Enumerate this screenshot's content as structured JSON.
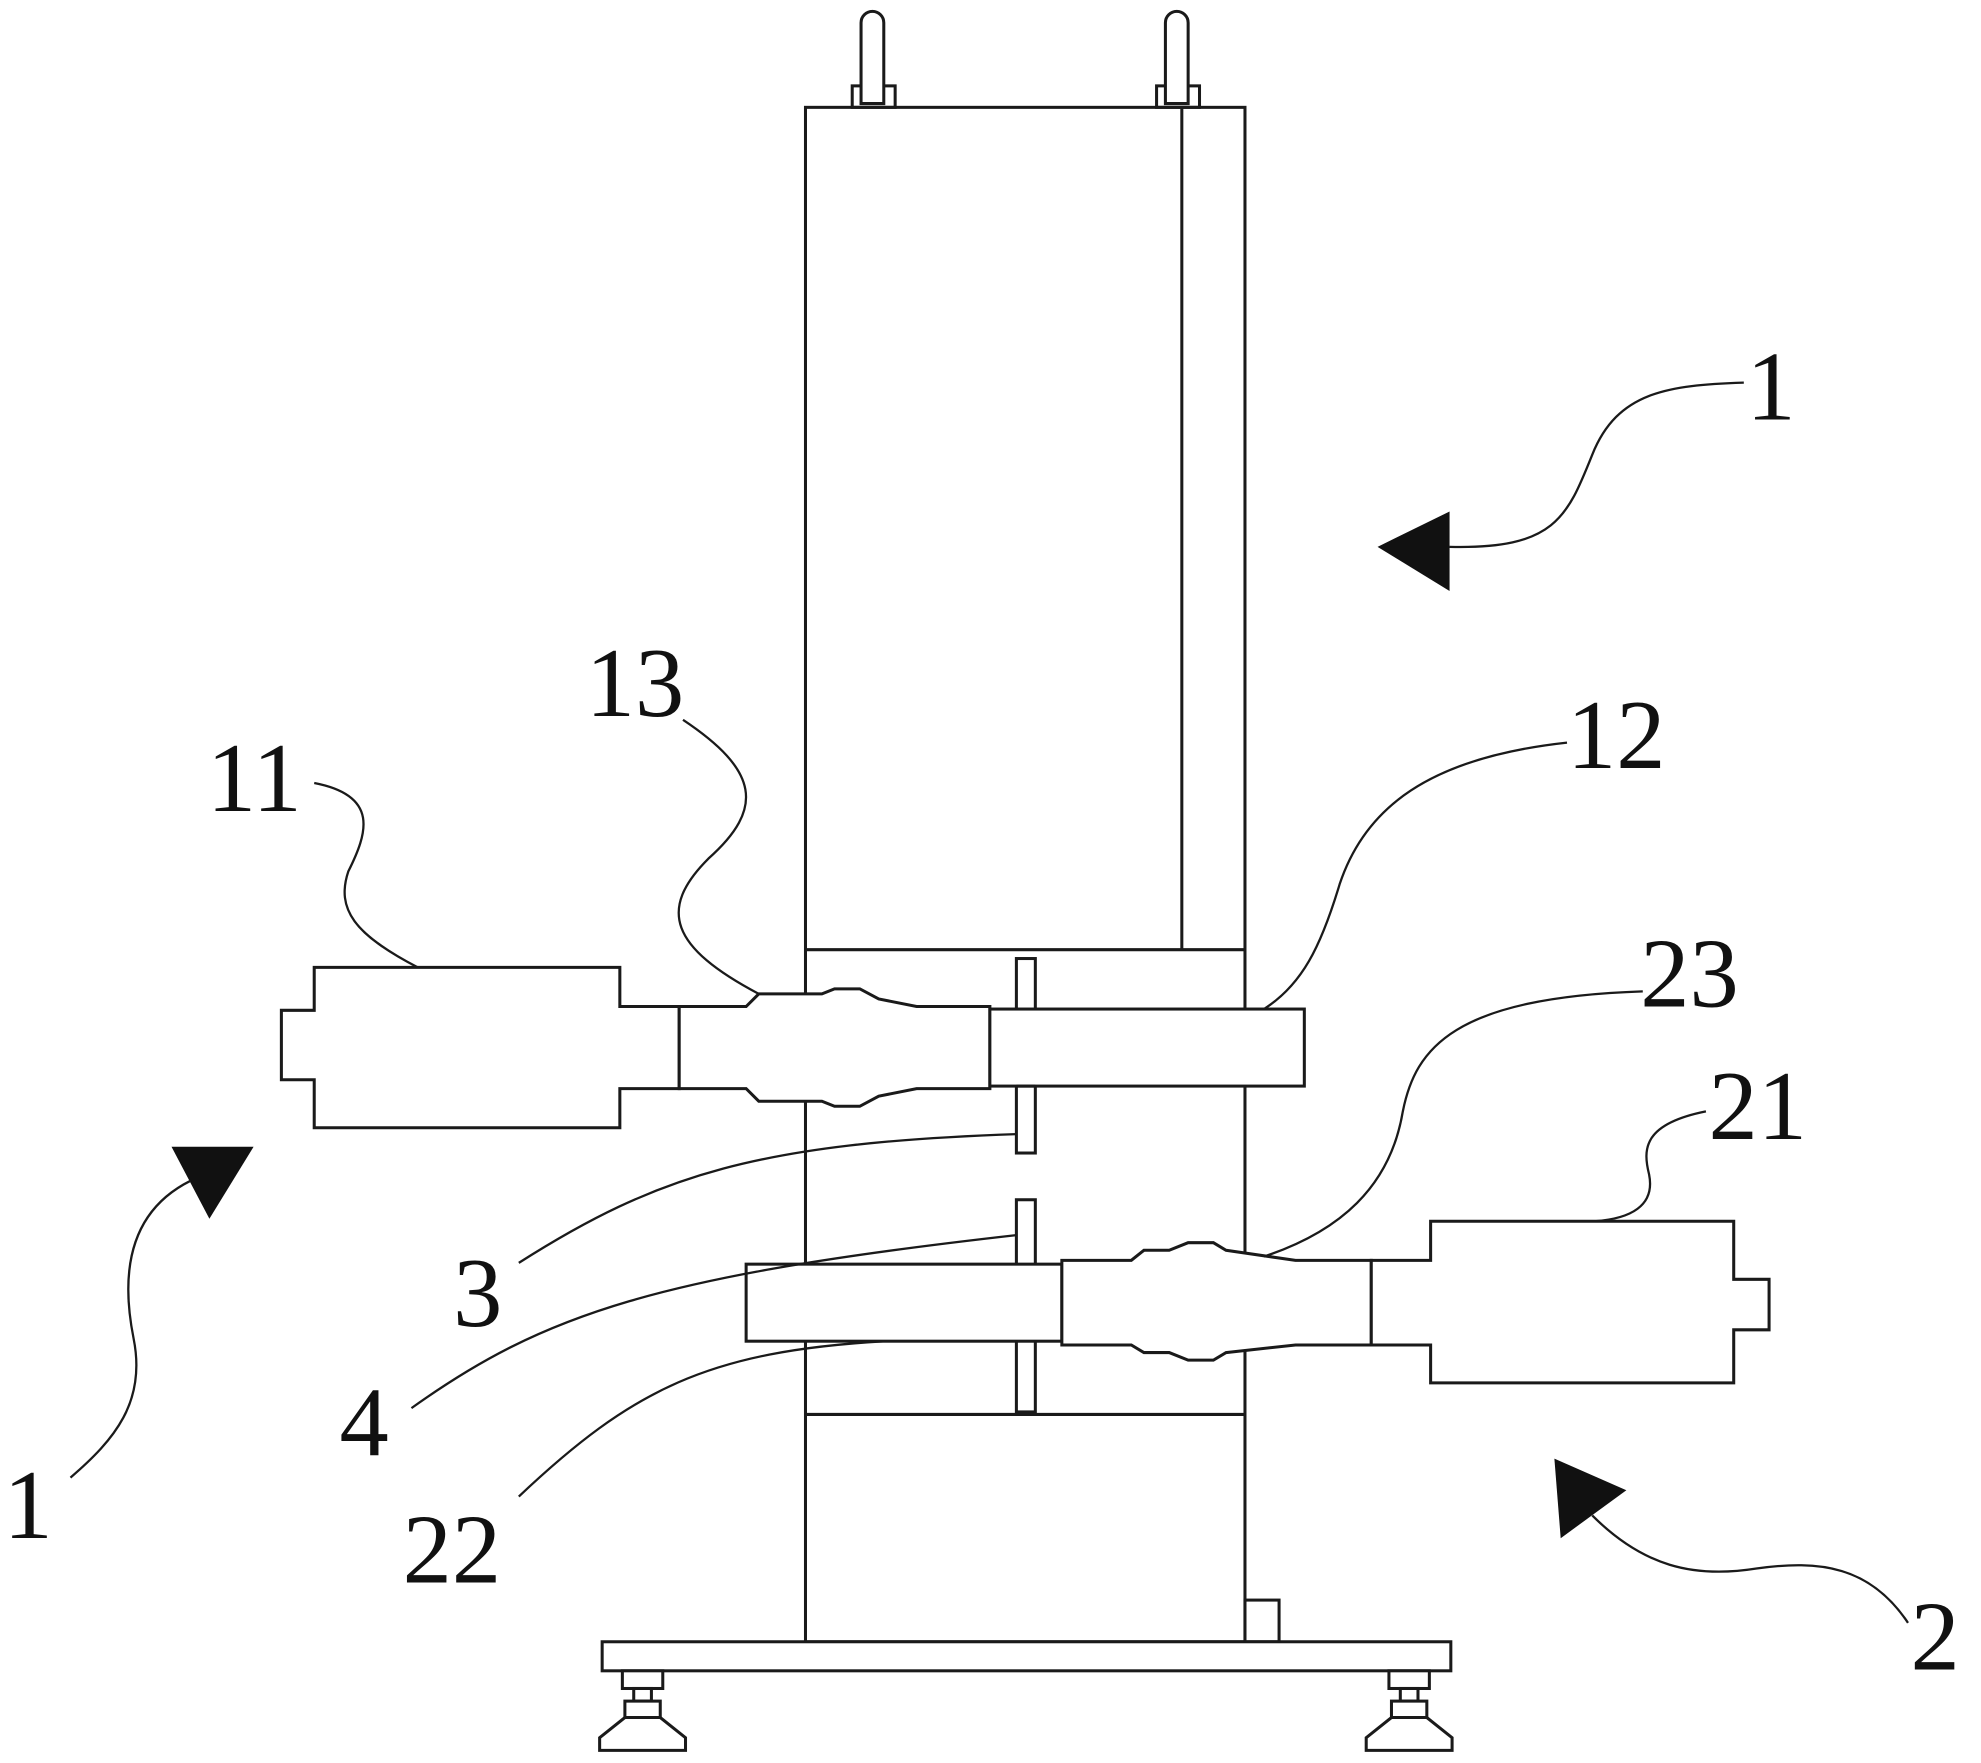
{
  "figure": {
    "labels": {
      "assembly_upper": "1",
      "assembly_left": "1",
      "assembly_lower": "2",
      "part_11": "11",
      "part_12": "12",
      "part_13": "13",
      "part_21": "21",
      "part_22": "22",
      "part_23": "23",
      "part_3": "3",
      "part_4": "4"
    },
    "line_color": "#1a1a1a"
  }
}
